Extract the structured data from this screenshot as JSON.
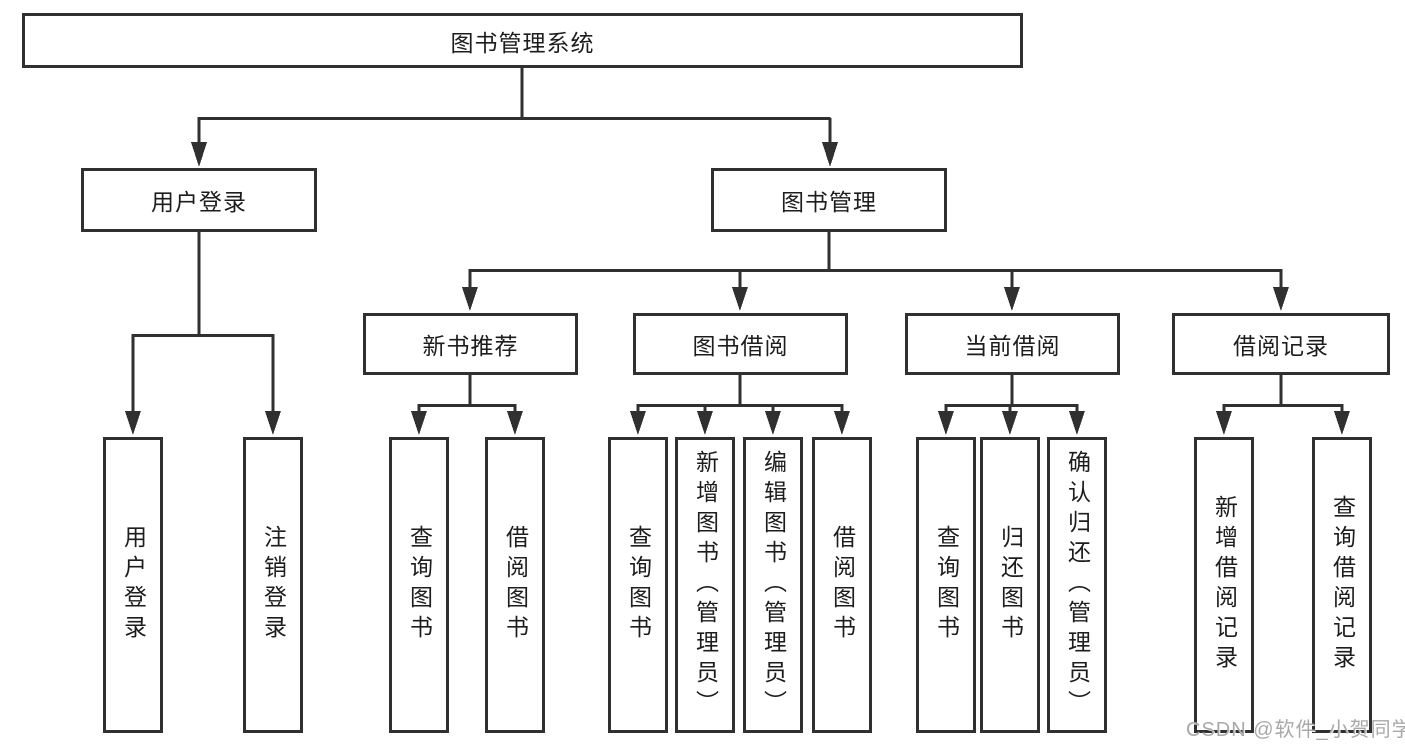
{
  "tree": {
    "root": {
      "label": "图书管理系统"
    },
    "branches": [
      {
        "label": "用户登录",
        "leaves": [
          {
            "label": "用户登录"
          },
          {
            "label": "注销登录"
          }
        ]
      },
      {
        "label": "图书管理",
        "groups": [
          {
            "label": "新书推荐",
            "leaves": [
              {
                "label": "查询图书"
              },
              {
                "label": "借阅图书"
              }
            ]
          },
          {
            "label": "图书借阅",
            "leaves": [
              {
                "label": "查询图书"
              },
              {
                "label": "新增图书（管理员）"
              },
              {
                "label": "编辑图书（管理员）"
              },
              {
                "label": "借阅图书"
              }
            ]
          },
          {
            "label": "当前借阅",
            "leaves": [
              {
                "label": "查询图书"
              },
              {
                "label": "归还图书"
              },
              {
                "label": "确认归还（管理员）"
              }
            ]
          },
          {
            "label": "借阅记录",
            "leaves": [
              {
                "label": "新增借阅记录"
              },
              {
                "label": "查询借阅记录"
              }
            ]
          }
        ]
      }
    ]
  },
  "watermark": "CSDN @软件_小贺同学",
  "colors": {
    "line": "#303030",
    "text": "#1d1d1d",
    "watermark": "#a9a9a9",
    "background": "#ffffff"
  }
}
